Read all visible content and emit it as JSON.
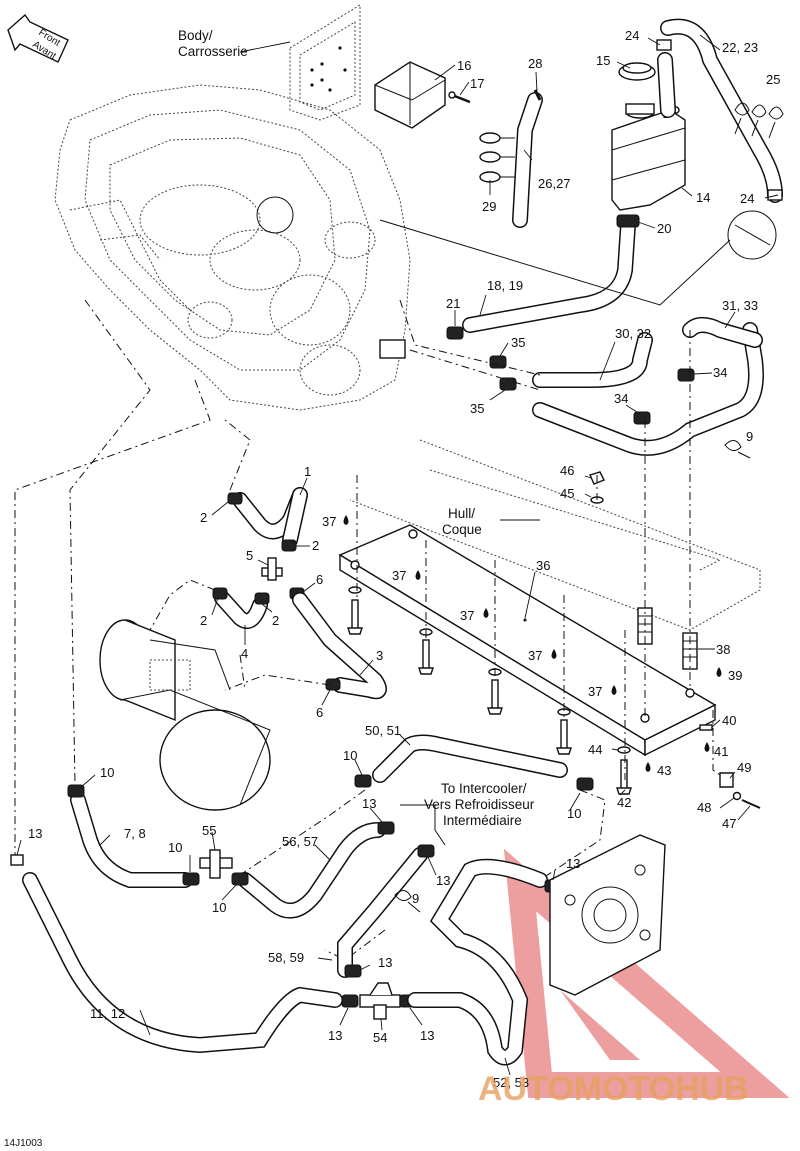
{
  "diagram": {
    "figure_code": "14J1003",
    "watermark_text": "AUTOMOTOHUB",
    "front_arrow": [
      "Front",
      "Avant"
    ],
    "notes": {
      "body": [
        "Body/",
        "Carrosserie"
      ],
      "hull": [
        "Hull/",
        "Coque"
      ],
      "intercooler": [
        "To Intercooler/",
        "Vers Refroidisseur",
        "Intermédiaire"
      ]
    },
    "callouts": [
      "24",
      "22, 23",
      "15",
      "25",
      "28",
      "16",
      "17",
      "14",
      "24",
      "26,27",
      "29",
      "20",
      "21",
      "18, 19",
      "31, 33",
      "30, 32",
      "35",
      "35",
      "34",
      "34",
      "9",
      "1",
      "2",
      "2",
      "5",
      "6",
      "2",
      "2",
      "4",
      "3",
      "6",
      "37",
      "37",
      "37",
      "37",
      "37",
      "46",
      "45",
      "36",
      "38",
      "39",
      "40",
      "41",
      "44",
      "43",
      "42",
      "49",
      "48",
      "47",
      "50, 51",
      "10",
      "10",
      "10",
      "10",
      "10",
      "13",
      "13",
      "13",
      "13",
      "13",
      "13",
      "13",
      "55",
      "56, 57",
      "7, 8",
      "9",
      "58, 59",
      "54",
      "11, 12",
      "52, 53"
    ]
  }
}
